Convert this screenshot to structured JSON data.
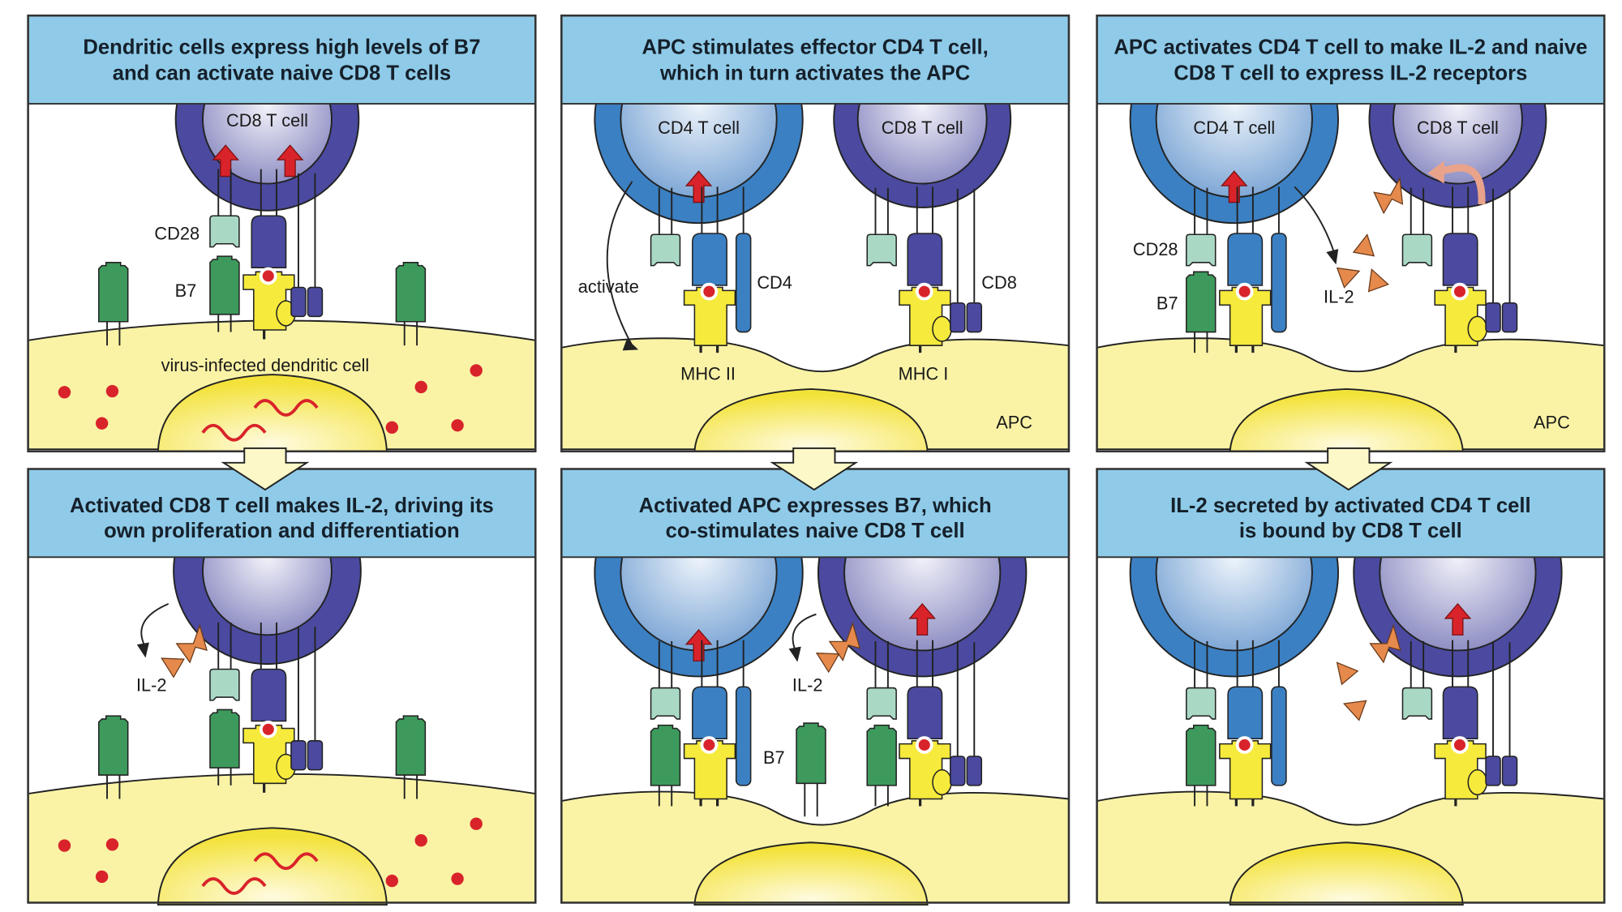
{
  "panels": [
    {
      "title": [
        "Dendritic cells express high levels of B7",
        "and can activate naive CD8 T cells"
      ],
      "labels": {
        "cd8_cell": "CD8  T  cell",
        "cd28": "CD28",
        "b7": "B7",
        "dc": "virus-infected dendritic cell"
      }
    },
    {
      "title": [
        "APC stimulates effector CD4 T cell,",
        "which in turn activates the APC"
      ],
      "labels": {
        "cd4_cell": "CD4  T  cell",
        "cd8_cell": "CD8  T  cell",
        "activate": "activate",
        "cd4": "CD4",
        "cd8": "CD8",
        "mhc2": "MHC  II",
        "mhc1": "MHC  I",
        "apc": "APC"
      }
    },
    {
      "title": [
        "APC activates CD4 T cell to make IL-2 and naive",
        "CD8 T cell to express IL-2 receptors"
      ],
      "labels": {
        "cd4_cell": "CD4  T  cell",
        "cd8_cell": "CD8  T  cell",
        "cd28": "CD28",
        "b7": "B7",
        "il2": "IL-2",
        "apc": "APC"
      }
    },
    {
      "title": [
        "Activated CD8 T cell makes IL-2, driving its",
        "own proliferation and differentiation"
      ],
      "labels": {
        "il2": "IL-2"
      }
    },
    {
      "title": [
        "Activated APC expresses B7, which",
        "co-stimulates naive CD8 T cell"
      ],
      "labels": {
        "il2": "IL-2",
        "b7": "B7"
      }
    },
    {
      "title": [
        "IL-2 secreted by activated CD4 T cell",
        "is bound by CD8 T cell"
      ],
      "labels": {}
    }
  ],
  "colors": {
    "header": "#8fcbe8",
    "cd8": "#4b4aa0",
    "cd4": "#3b80c3",
    "b7": "#3d9a5c",
    "cd28": "#a9d9c5",
    "mhc": "#f6ea3c",
    "peptide": "#d9232a",
    "il2": "#e58a4c",
    "membrane": "#faf3a6",
    "arrow": "#d9232a"
  }
}
